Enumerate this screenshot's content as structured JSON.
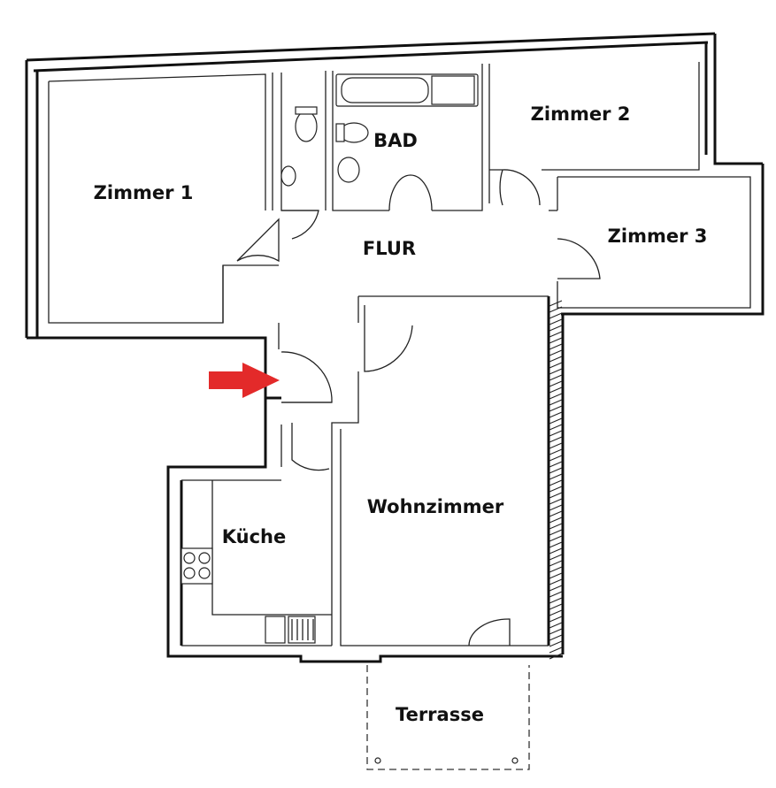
{
  "rooms": {
    "zimmer1": "Zimmer 1",
    "zimmer2": "Zimmer 2",
    "zimmer3": "Zimmer 3",
    "bad": "BAD",
    "flur": "FLUR",
    "kueche": "Küche",
    "wohnzimmer": "Wohnzimmer",
    "terrasse": "Terrasse"
  },
  "entrance_arrow": {
    "icon": "red-arrow-right-icon",
    "color": "#e32a2a"
  }
}
